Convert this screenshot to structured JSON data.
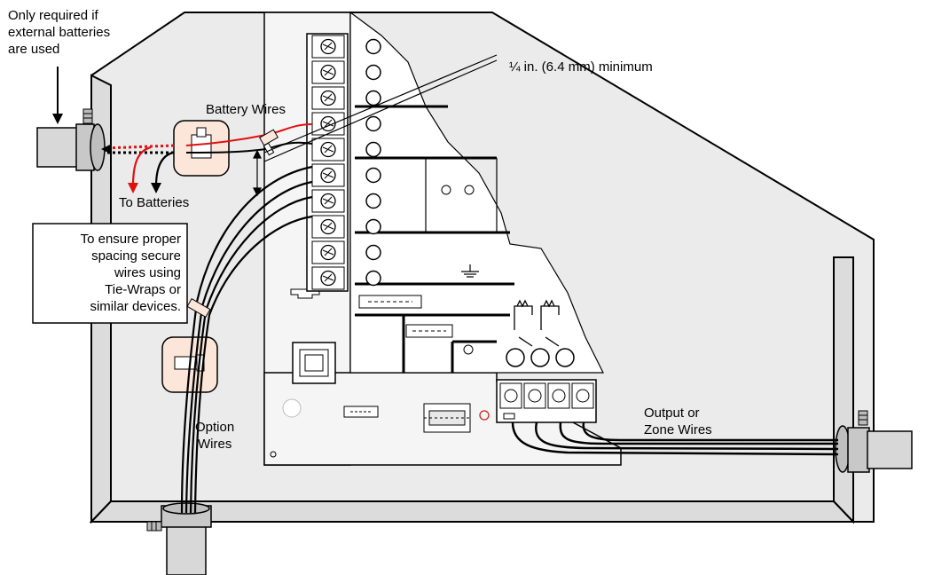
{
  "labels": {
    "external_note_line1": "Only required if",
    "external_note_line2": "external batteries",
    "external_note_line3": "are used",
    "battery_wires": "Battery Wires",
    "to_batteries": "To Batteries",
    "spacing_note": "¼ in. (6.4 mm) minimum",
    "tie_wrap_line1": "To ensure proper",
    "tie_wrap_line2": "spacing secure",
    "tie_wrap_line3": "wires using",
    "tie_wrap_line4": "Tie-Wraps or",
    "tie_wrap_line5": "similar devices.",
    "option_line1": "Option",
    "option_line2": "Wires",
    "output_line1": "Output or",
    "output_line2": "Zone Wires"
  },
  "colors": {
    "cabinet_fill": "#ebebeb",
    "board_fill": "#f2f2f2",
    "battery_wire": "#e01010",
    "tie_mount_fill": "#fbe6d9",
    "outline": "#000000"
  }
}
